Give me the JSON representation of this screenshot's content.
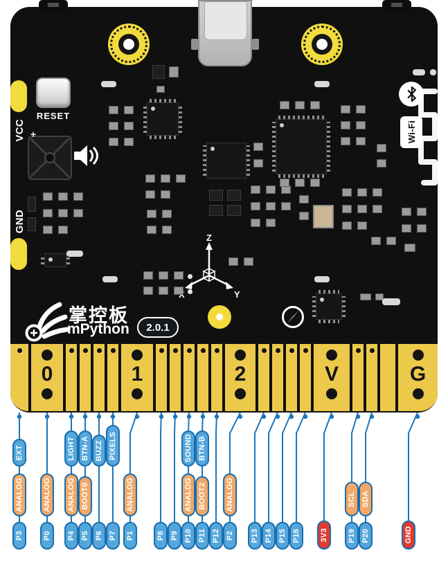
{
  "board": {
    "colors": {
      "pcb": "#101010",
      "gold": "#ecc94b",
      "pad_yellow": "#f2dc3d"
    },
    "silkscreen": {
      "vcc": "VCC",
      "gnd": "GND",
      "reset": "RESET",
      "brand_cn": "掌控板",
      "brand_en": "mPython",
      "version": "2.0.1",
      "wifi": "Wi-Fi",
      "buzzer_polarity": "+"
    },
    "axis": {
      "x": "X",
      "y": "Y",
      "z": "Z"
    },
    "edge_pads": [
      "0",
      "1",
      "2",
      "V",
      "G"
    ]
  },
  "pinout": {
    "colors": {
      "digital": "#54a7dc",
      "analog": "#f2a867",
      "power": "#e23a31",
      "line": "#1b75bb"
    },
    "function_labels": [
      {
        "text": "EXT",
        "type": "feature",
        "pin": "P3"
      },
      {
        "text": "ANALOG",
        "type": "analog",
        "pin": "P3"
      },
      {
        "text": "ANALOG",
        "type": "analog",
        "pin": "P0"
      },
      {
        "text": "LIGHT",
        "type": "feature",
        "pin": "P4"
      },
      {
        "text": "ANALOG",
        "type": "analog",
        "pin": "P4"
      },
      {
        "text": "BTN-A",
        "type": "feature",
        "pin": "P5"
      },
      {
        "text": "BOOT0",
        "type": "analog",
        "pin": "P5"
      },
      {
        "text": "BUZZ",
        "type": "feature",
        "pin": "P6"
      },
      {
        "text": "PIXELS",
        "type": "feature",
        "pin": "P7"
      },
      {
        "text": "ANALOG",
        "type": "analog",
        "pin": "P1"
      },
      {
        "text": "SOUND",
        "type": "feature",
        "pin": "P10"
      },
      {
        "text": "ANALOG",
        "type": "analog",
        "pin": "P10"
      },
      {
        "text": "BTN-B",
        "type": "feature",
        "pin": "P11"
      },
      {
        "text": "BOOT2",
        "type": "analog",
        "pin": "P11"
      },
      {
        "text": "ANALOG",
        "type": "analog",
        "pin": "P2"
      },
      {
        "text": "SCL",
        "type": "analog",
        "pin": "P19"
      },
      {
        "text": "SDA",
        "type": "analog",
        "pin": "P20"
      }
    ],
    "pins": [
      "P3",
      "P0",
      "P4",
      "P5",
      "P6",
      "P7",
      "P1",
      "P8",
      "P9",
      "P10",
      "P11",
      "P12",
      "P2",
      "P13",
      "P14",
      "P15",
      "P16",
      "3V3",
      "P19",
      "P20",
      "GND"
    ]
  }
}
